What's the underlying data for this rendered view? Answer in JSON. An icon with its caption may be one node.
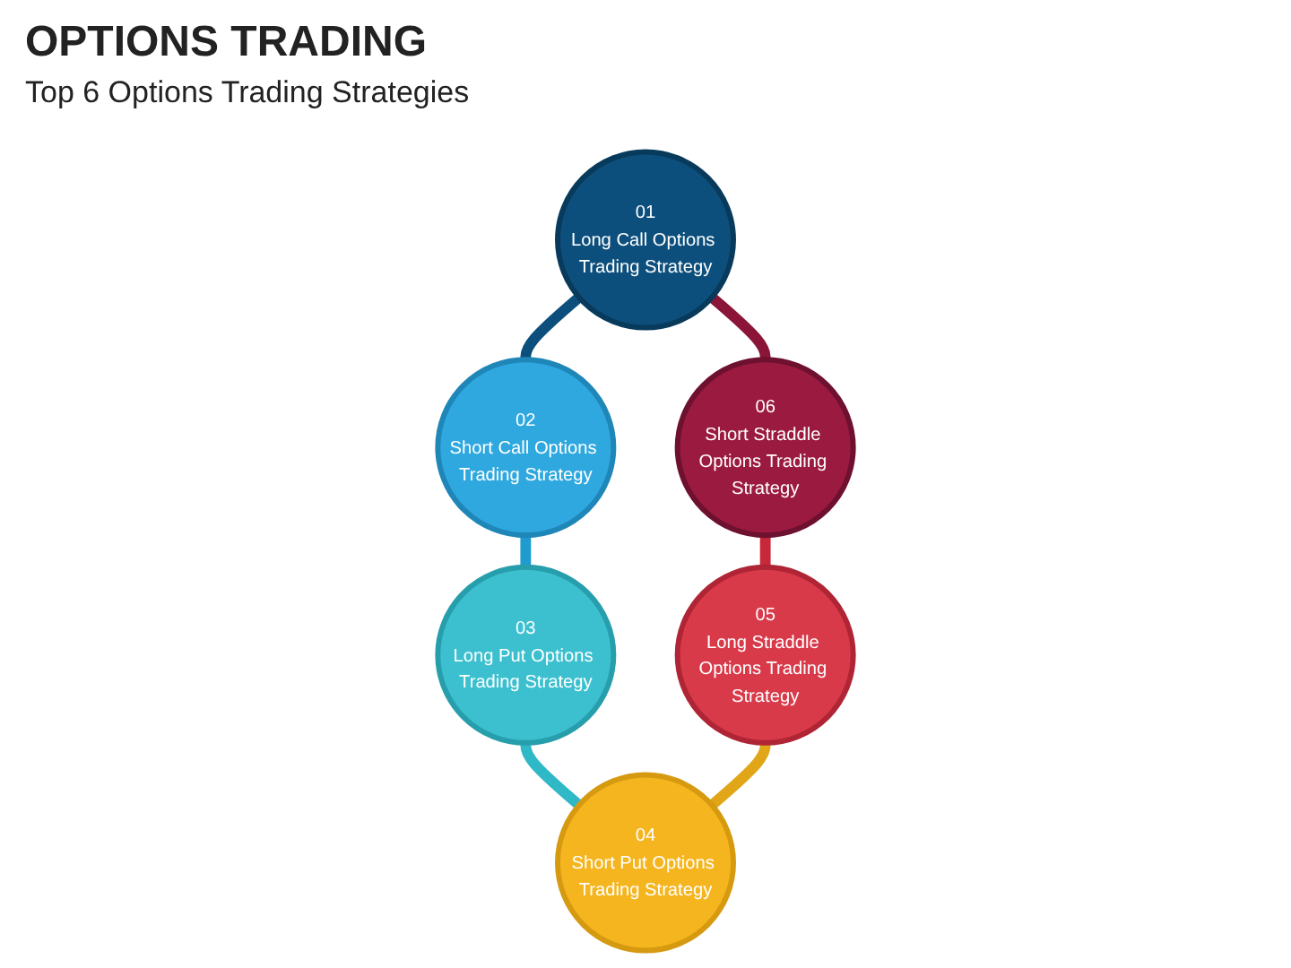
{
  "diagram": {
    "title": "OPTIONS TRADING",
    "nodes": [
      {
        "text": [
          "01",
          "Long Call Options Trading Strategy"
        ]
      },
      {
        "text": [
          "02",
          "Short Call Options Trading Strategy"
        ]
      },
      {
        "text": [
          "03",
          "Long Put Options Trading Strategy"
        ]
      },
      {
        "text": [
          "04",
          "Short Put Options Trading Strategy"
        ]
      },
      {
        "text": [
          "05",
          "Long Straddle Options Trading Strategy"
        ]
      },
      {
        "text": [
          "06",
          "Short Straddle Options Trading Strategy"
        ]
      }
    ],
    "edges": [
      {
        "from": 0,
        "to": 1,
        "arrow": "none",
        "color": "#0d4f7c"
      },
      {
        "from": 1,
        "to": 2,
        "arrow": "none",
        "color": "#1f9bd0"
      },
      {
        "from": 2,
        "to": 3,
        "arrow": "none",
        "color": "#2fb8c6"
      },
      {
        "from": 3,
        "to": 4,
        "arrow": "none",
        "color": "#e0a617"
      },
      {
        "from": 4,
        "to": 5,
        "arrow": "none",
        "color": "#c8283a"
      },
      {
        "from": 5,
        "to": 0,
        "arrow": "none",
        "color": "#8a1538"
      }
    ],
    "labels": [
      "Top 6 Options Trading Strategies"
    ]
  }
}
